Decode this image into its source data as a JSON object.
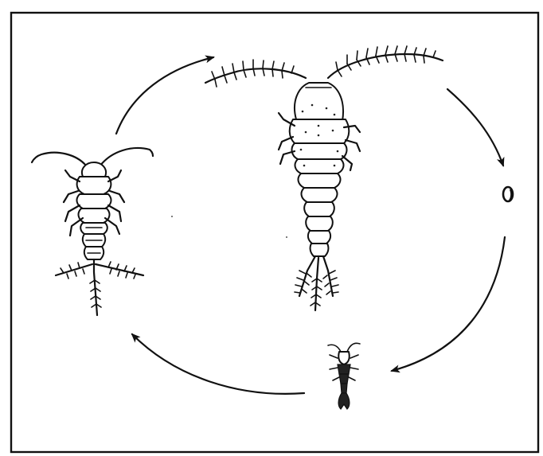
{
  "diagram": {
    "stages": [
      {
        "id": "adult",
        "icon": "adult-copepod-icon"
      },
      {
        "id": "egg",
        "icon": "egg-icon"
      },
      {
        "id": "nauplius",
        "icon": "small-larva-icon"
      },
      {
        "id": "copepodid",
        "icon": "juvenile-copepod-icon"
      }
    ],
    "cycle_direction": "clockwise",
    "colors": {
      "ink": "#111111",
      "background": "#ffffff"
    }
  }
}
